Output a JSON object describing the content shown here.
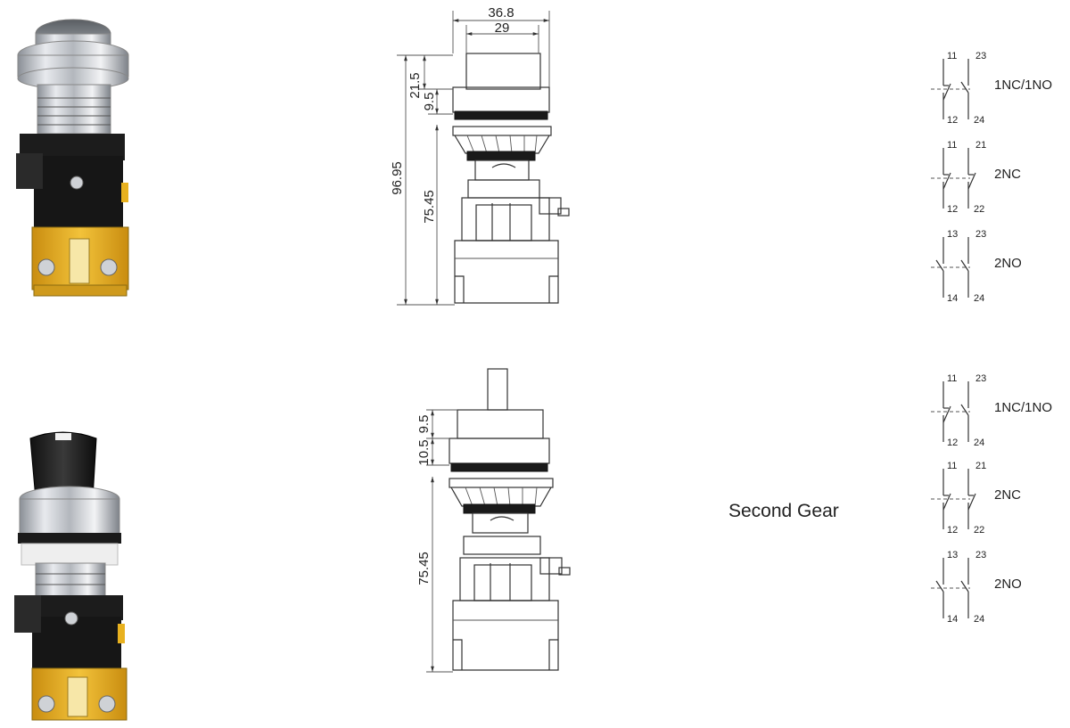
{
  "top_drawing": {
    "dims": {
      "width_outer": "36.8",
      "width_inner": "29",
      "h_total": "96.95",
      "h_body": "75.45",
      "h_cap": "21.5",
      "h_bezel": "9.5"
    }
  },
  "bottom_drawing": {
    "dims": {
      "h_knob": "9.5",
      "h_bezel": "10.5",
      "h_body": "75.45"
    }
  },
  "contacts_top": [
    {
      "label": "1NC/1NO",
      "t1": "11",
      "t2": "23",
      "b1": "12",
      "b2": "24"
    },
    {
      "label": "2NC",
      "t1": "11",
      "t2": "21",
      "b1": "12",
      "b2": "22"
    },
    {
      "label": "2NO",
      "t1": "13",
      "t2": "23",
      "b1": "14",
      "b2": "24"
    }
  ],
  "contacts_bottom": [
    {
      "label": "1NC/1NO",
      "t1": "11",
      "t2": "23",
      "b1": "12",
      "b2": "24"
    },
    {
      "label": "2NC",
      "t1": "11",
      "t2": "21",
      "b1": "12",
      "b2": "22"
    },
    {
      "label": "2NO",
      "t1": "13",
      "t2": "23",
      "b1": "14",
      "b2": "24"
    }
  ],
  "gear_label": "Second Gear",
  "colors": {
    "housing": "#1a1a1a",
    "terminal_block": "#e8b11f",
    "chrome": "#c9ccd1"
  },
  "photos": [
    "push-button-photo",
    "selector-switch-photo"
  ]
}
